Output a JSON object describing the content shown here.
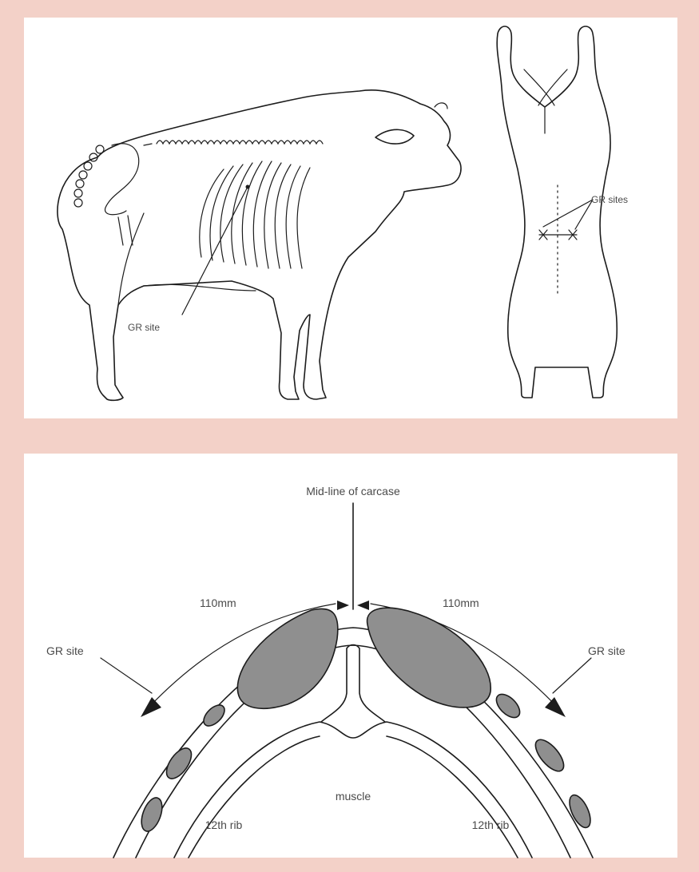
{
  "top_panel": {
    "sheep_label": "GR site",
    "carcase_label": "GR sites"
  },
  "bottom_panel": {
    "midline_label": "Mid-line of carcase",
    "left_distance": "110mm",
    "right_distance": "110mm",
    "left_site_label": "GR site",
    "right_site_label": "GR site",
    "muscle_label": "muscle",
    "left_rib_label": "12th rib",
    "right_rib_label": "12th rib"
  },
  "colors": {
    "background": "#f3d1c8",
    "panel": "#ffffff",
    "line": "#1c1c1c",
    "muscle_fill": "#8f8f8f",
    "text": "#4a4a4a"
  }
}
